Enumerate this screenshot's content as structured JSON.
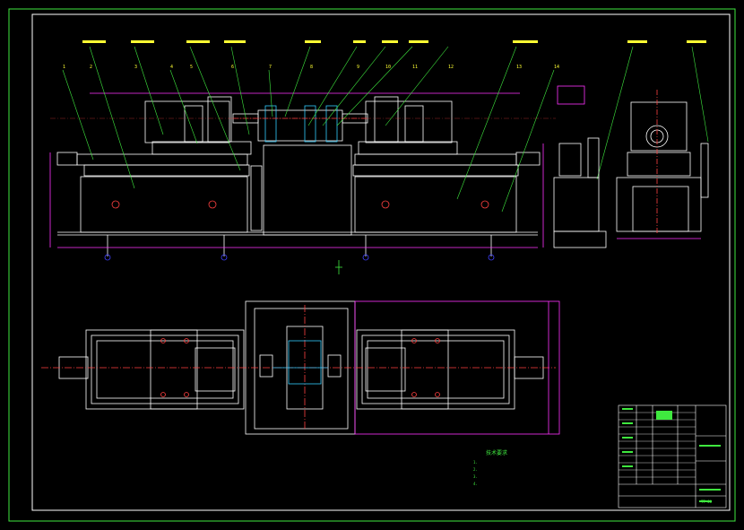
{
  "view": {
    "title": "CAD drawing viewer",
    "background": "#000000",
    "colors": {
      "frame": "#ffffff",
      "outer_frame": "#3fe83f",
      "line": "#ffffff",
      "dim": "#ff33ff",
      "center": "#ff4040",
      "leader": "#3fe83f",
      "label": "#ffff33",
      "cyan": "#33ccff",
      "blue": "#4040ff"
    }
  },
  "labels_top": [
    "1",
    "2",
    "3",
    "4",
    "5",
    "6",
    "7",
    "8",
    "9",
    "10",
    "11",
    "12",
    "13",
    "14"
  ],
  "notes": {
    "title": "技术要求",
    "items": [
      "1.",
      "2.",
      "3.",
      "4."
    ]
  },
  "title_block": {
    "drawing_name": "",
    "code": "TT-00"
  },
  "icons": {
    "section_marker": "section-arrow-icon"
  }
}
